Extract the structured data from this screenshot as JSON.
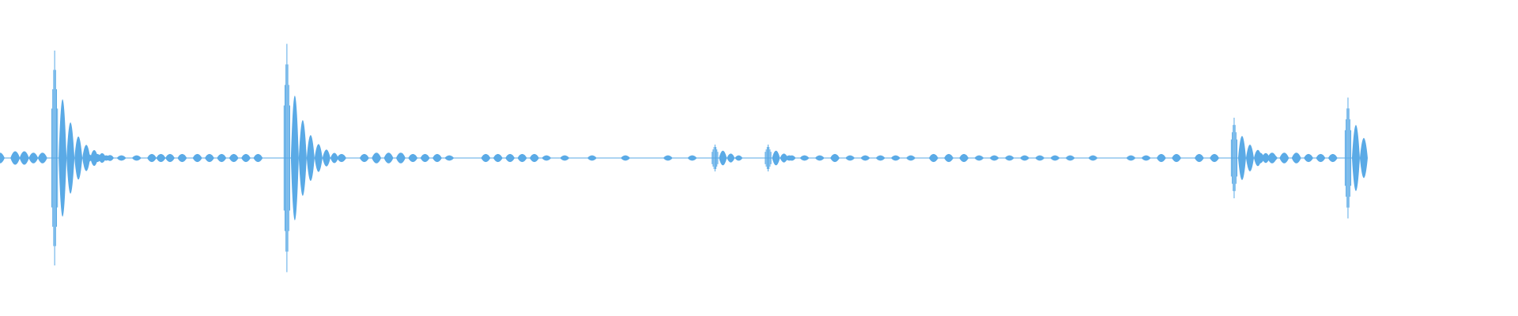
{
  "waveform": {
    "color": "#5aaae6",
    "background": "#ffffff",
    "bursts": [
      {
        "t": 0.036,
        "amp": 0.8,
        "decay": 4
      },
      {
        "t": 0.189,
        "amp": 0.85,
        "decay": 5
      },
      {
        "t": 0.471,
        "amp": 0.1,
        "decay": 2
      },
      {
        "t": 0.506,
        "amp": 0.1,
        "decay": 2
      },
      {
        "t": 0.813,
        "amp": 0.3,
        "decay": 3
      },
      {
        "t": 0.888,
        "amp": 0.45,
        "decay": 1
      }
    ],
    "blobs": [
      [
        0.0,
        0.04
      ],
      [
        0.01,
        0.05
      ],
      [
        0.016,
        0.05
      ],
      [
        0.022,
        0.04
      ],
      [
        0.028,
        0.04
      ],
      [
        0.058,
        0.03
      ],
      [
        0.064,
        0.03
      ],
      [
        0.07,
        0.02
      ],
      [
        0.08,
        0.02
      ],
      [
        0.09,
        0.02
      ],
      [
        0.1,
        0.03
      ],
      [
        0.106,
        0.03
      ],
      [
        0.112,
        0.03
      ],
      [
        0.12,
        0.03
      ],
      [
        0.13,
        0.03
      ],
      [
        0.138,
        0.03
      ],
      [
        0.146,
        0.03
      ],
      [
        0.154,
        0.03
      ],
      [
        0.162,
        0.03
      ],
      [
        0.17,
        0.03
      ],
      [
        0.225,
        0.03
      ],
      [
        0.24,
        0.03
      ],
      [
        0.248,
        0.04
      ],
      [
        0.256,
        0.04
      ],
      [
        0.264,
        0.04
      ],
      [
        0.272,
        0.03
      ],
      [
        0.28,
        0.03
      ],
      [
        0.288,
        0.03
      ],
      [
        0.296,
        0.02
      ],
      [
        0.32,
        0.03
      ],
      [
        0.328,
        0.03
      ],
      [
        0.336,
        0.03
      ],
      [
        0.344,
        0.03
      ],
      [
        0.352,
        0.03
      ],
      [
        0.36,
        0.02
      ],
      [
        0.372,
        0.02
      ],
      [
        0.39,
        0.02
      ],
      [
        0.412,
        0.02
      ],
      [
        0.44,
        0.02
      ],
      [
        0.456,
        0.02
      ],
      [
        0.52,
        0.02
      ],
      [
        0.53,
        0.02
      ],
      [
        0.54,
        0.02
      ],
      [
        0.55,
        0.03
      ],
      [
        0.56,
        0.02
      ],
      [
        0.57,
        0.02
      ],
      [
        0.58,
        0.02
      ],
      [
        0.59,
        0.02
      ],
      [
        0.6,
        0.02
      ],
      [
        0.615,
        0.03
      ],
      [
        0.625,
        0.03
      ],
      [
        0.635,
        0.03
      ],
      [
        0.645,
        0.02
      ],
      [
        0.655,
        0.02
      ],
      [
        0.665,
        0.02
      ],
      [
        0.675,
        0.02
      ],
      [
        0.685,
        0.02
      ],
      [
        0.695,
        0.02
      ],
      [
        0.705,
        0.02
      ],
      [
        0.72,
        0.02
      ],
      [
        0.745,
        0.02
      ],
      [
        0.755,
        0.02
      ],
      [
        0.765,
        0.03
      ],
      [
        0.775,
        0.03
      ],
      [
        0.79,
        0.03
      ],
      [
        0.8,
        0.03
      ],
      [
        0.83,
        0.04
      ],
      [
        0.838,
        0.04
      ],
      [
        0.846,
        0.04
      ],
      [
        0.854,
        0.04
      ],
      [
        0.862,
        0.03
      ],
      [
        0.87,
        0.03
      ],
      [
        0.878,
        0.03
      ]
    ],
    "end": 0.892
  }
}
